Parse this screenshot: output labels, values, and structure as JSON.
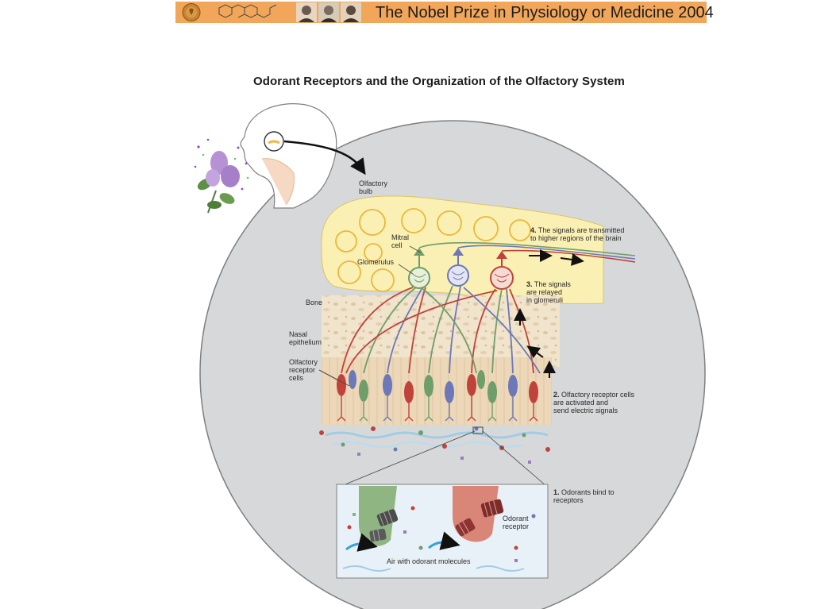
{
  "banner": {
    "title": "The Nobel Prize in Physiology or Medicine 2004",
    "icons": [
      "nobel-medal-icon",
      "molecule-structure-icon",
      "laureate-portrait-icon",
      "laureate-portrait-icon"
    ]
  },
  "figure": {
    "title": "Odorant Receptors and the Organization of the Olfactory System"
  },
  "labels": {
    "olfactory_bulb": "Olfactory\nbulb",
    "mitral_cell": "Mitral\ncell",
    "glomerulus": "Glomerulus",
    "bone": "Bone",
    "nasal_epithelium": "Nasal\nepithelium",
    "olfactory_receptor_cells": "Olfactory\nreceptor\ncells",
    "odorant_receptor": "Odorant\nreceptor",
    "air_with_odorant_molecules": "Air with odorant molecules"
  },
  "steps": [
    {
      "number": "4.",
      "text": "The signals are transmitted\nto higher regions of the brain"
    },
    {
      "number": "3.",
      "text": "The signals\nare relayed\nin glomeruli"
    },
    {
      "number": "2.",
      "text": "Olfactory receptor cells\nare activated and\nsend electric signals"
    },
    {
      "number": "1.",
      "text": "Odorants bind to\nreceptors"
    }
  ],
  "colors": {
    "banner": "#f2a65a",
    "circle": "#d7d8d9",
    "bulb": "#faf0b4",
    "bone": "#f1e4cc",
    "epithelium": "#e9d3b4",
    "green_cell": "#6f9e6a",
    "red_cell": "#c0433b",
    "blue_cell": "#6c78b8",
    "inset": "#e8f1f7"
  }
}
